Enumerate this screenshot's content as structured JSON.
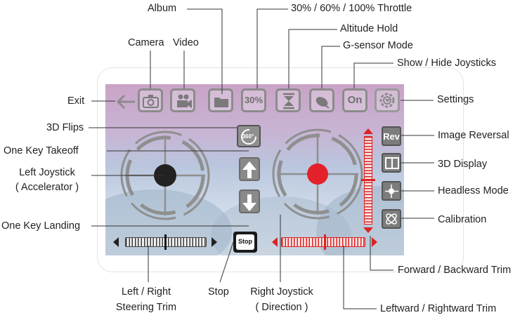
{
  "labels": {
    "album": "Album",
    "throttle": "30% / 60% / 100% Throttle",
    "altitude_hold": "Altitude Hold",
    "camera": "Camera",
    "video": "Video",
    "g_sensor": "G-sensor Mode",
    "show_hide": "Show / Hide Joysticks",
    "exit": "Exit",
    "settings": "Settings",
    "flips": "3D Flips",
    "image_reversal": "Image Reversal",
    "takeoff": "One Key Takeoff",
    "display_3d": "3D Display",
    "left_joystick": "Left Joystick",
    "left_joystick_sub": "( Accelerator )",
    "headless": "Headless Mode",
    "calibration": "Calibration",
    "landing": "One Key Landing",
    "forward_backward_trim": "Forward / Backward Trim",
    "steering_trim_1": "Left / Right",
    "steering_trim_2": "Steering Trim",
    "stop": "Stop",
    "right_joystick": "Right Joystick",
    "right_joystick_sub": "( Direction )",
    "lr_trim": "Leftward / Rightward Trim"
  },
  "toolbar": {
    "throttle_value": "30%",
    "joystick_toggle": "On"
  },
  "controls": {
    "flip_icon": "360°",
    "stop_button": "Stop",
    "rev_button": "Rev"
  },
  "icons": [
    "back-arrow-icon",
    "camera-icon",
    "video-icon",
    "album-icon",
    "altitude-hold-icon",
    "g-sensor-icon",
    "settings-gear-icon",
    "flip-360-icon",
    "arrow-up-icon",
    "arrow-down-icon",
    "split-screen-icon",
    "headless-crosshair-icon",
    "calibration-icon"
  ],
  "colors": {
    "left_stick": "#222222",
    "right_stick": "#e3212a",
    "trim_accent": "#dd2222",
    "button_gray": "#8c8c8c"
  }
}
